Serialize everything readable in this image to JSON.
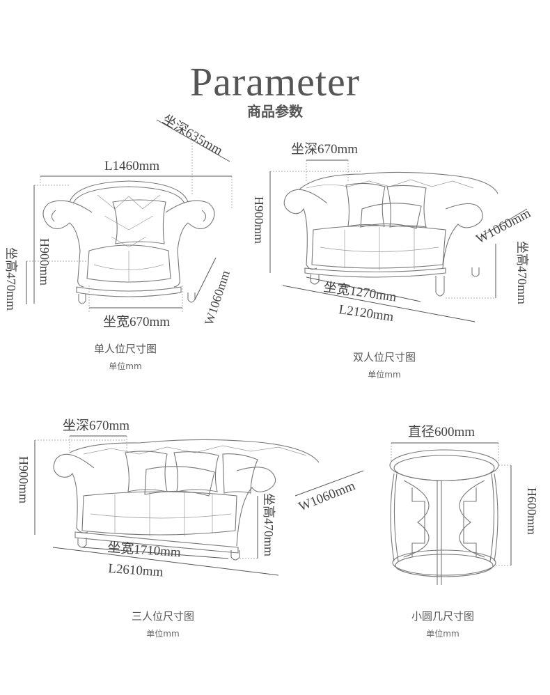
{
  "header": {
    "title": "Parameter",
    "subtitle": "商品参数"
  },
  "single": {
    "length": "L1460mm",
    "seat_depth": "坐深635mm",
    "height": "H900mm",
    "seat_height": "坐高470mm",
    "width": "W1060mm",
    "seat_width": "坐宽670mm",
    "caption": "单人位尺寸图",
    "unit": "单位mm"
  },
  "double": {
    "seat_depth": "坐深670mm",
    "height": "H900mm",
    "width": "W1060mm",
    "seat_height": "坐高470mm",
    "seat_width": "坐宽1270mm",
    "length": "L2120mm",
    "caption": "双人位尺寸图",
    "unit": "单位mm"
  },
  "triple": {
    "seat_depth": "坐深670mm",
    "height": "H900mm",
    "width": "W1060mm",
    "seat_height": "坐高470mm",
    "seat_width": "坐宽1710mm",
    "length": "L2610mm",
    "caption": "三人位尺寸图",
    "unit": "单位mm"
  },
  "table": {
    "diameter": "直径600mm",
    "height": "H600mm",
    "caption": "小圆几尺寸图",
    "unit": "单位mm"
  }
}
